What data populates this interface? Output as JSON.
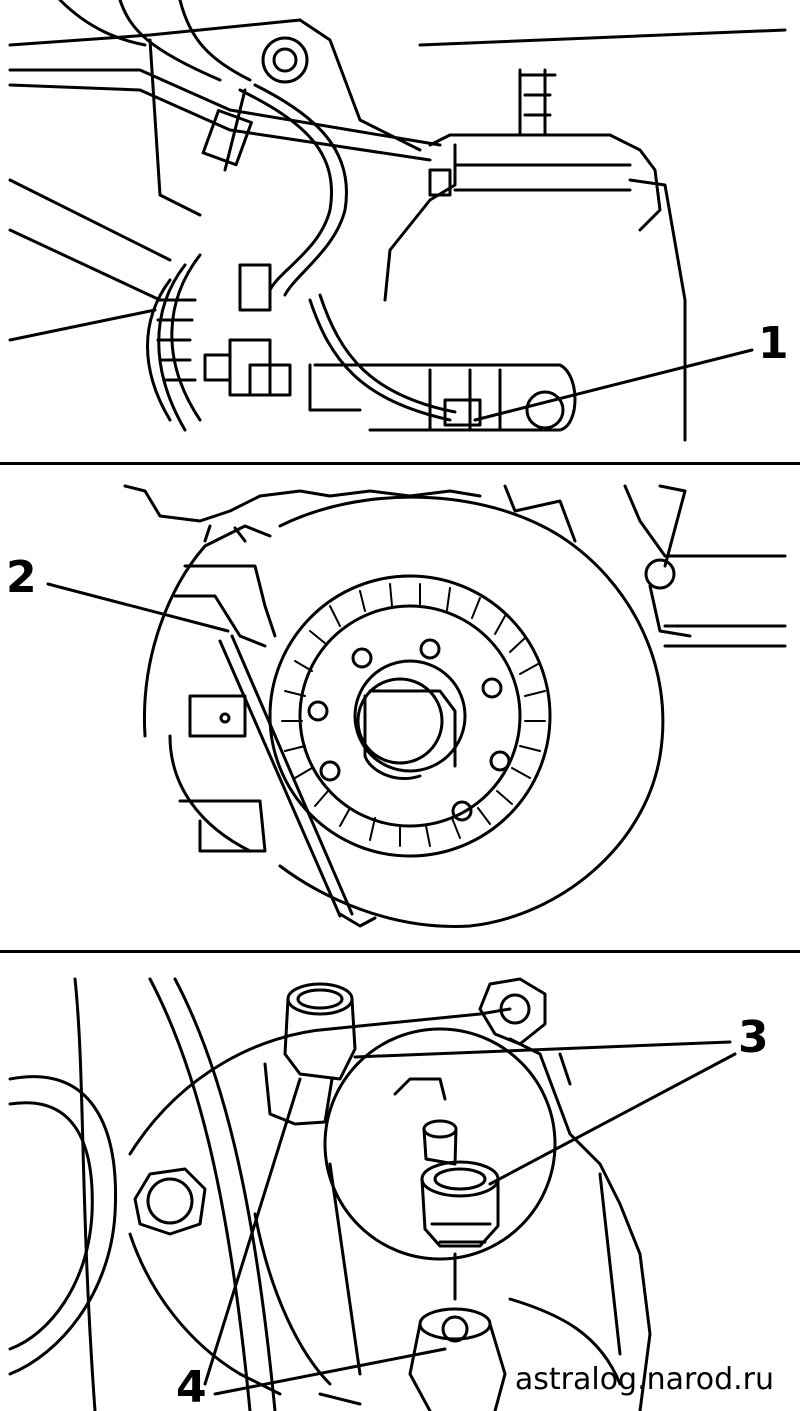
{
  "panels": [
    {
      "callouts": [
        "1"
      ]
    },
    {
      "callouts": [
        "2"
      ]
    },
    {
      "callouts": [
        "3",
        "4"
      ]
    }
  ],
  "watermark": "astralog.narod.ru",
  "colors": {
    "line": "#000000",
    "background": "#ffffff"
  }
}
